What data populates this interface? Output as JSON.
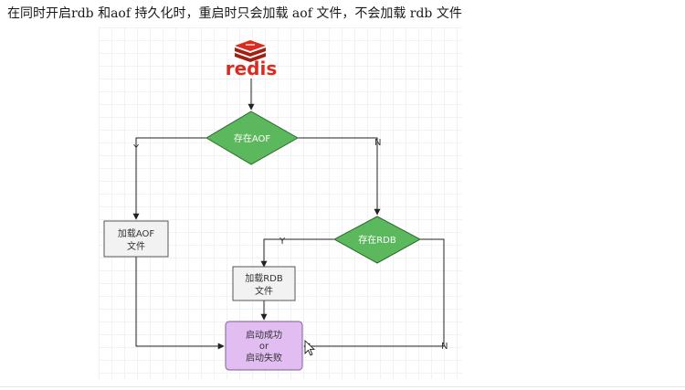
{
  "heading": "在同时开启rdb 和aof 持久化时，重启时只会加载 aof 文件，不会加载 rdb 文件",
  "diagram": {
    "logo_text": "redis",
    "decision_aof": "存在AOF",
    "decision_rdb": "存在RDB",
    "load_aof": [
      "加载AOF",
      "文件"
    ],
    "load_rdb": [
      "加载RDB",
      "文件"
    ],
    "result": [
      "启动成功",
      "or",
      "启动失败"
    ],
    "yes_label": "Y",
    "no_label": "N",
    "colors": {
      "decision_fill": "#5cb85c",
      "process_fill": "#f2f2f2",
      "result_fill": "#e1bdf2",
      "result_stroke": "#9673a6",
      "logo_red": "#d82c20",
      "line": "#222222",
      "grid": "#e4e4e4"
    }
  }
}
